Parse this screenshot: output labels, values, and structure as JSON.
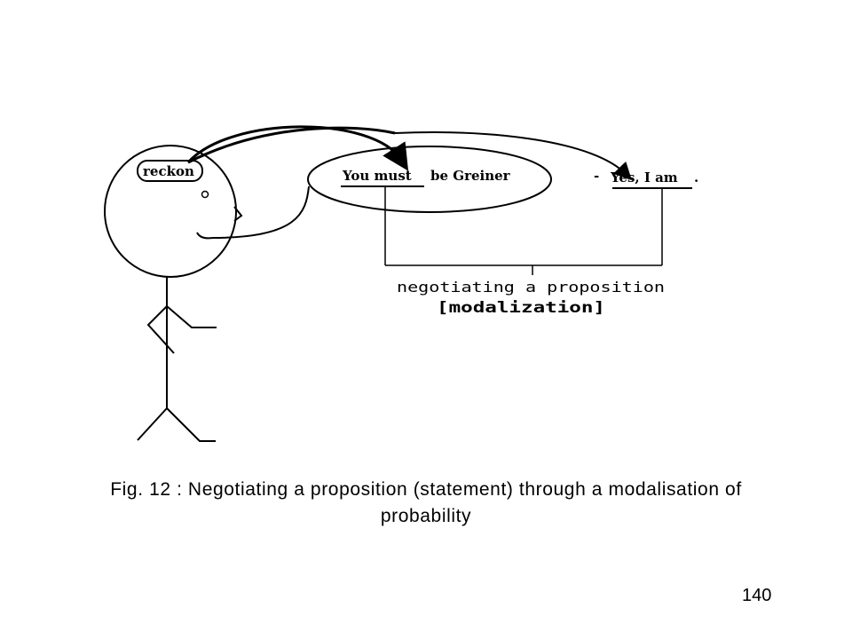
{
  "diagram": {
    "thought_label": "reckon",
    "utterance_prefix": "You must",
    "utterance_rest": "be Greiner",
    "reply_dash": "-",
    "reply_text": "Yes, I am",
    "reply_period": ".",
    "bracket_label": "negotiating a proposition",
    "bracket_sublabel": "[modalization]"
  },
  "caption": {
    "line1": "Fig. 12 : Negotiating a proposition (statement) through a modalisation of",
    "line2": "probability"
  },
  "page_number": "140"
}
